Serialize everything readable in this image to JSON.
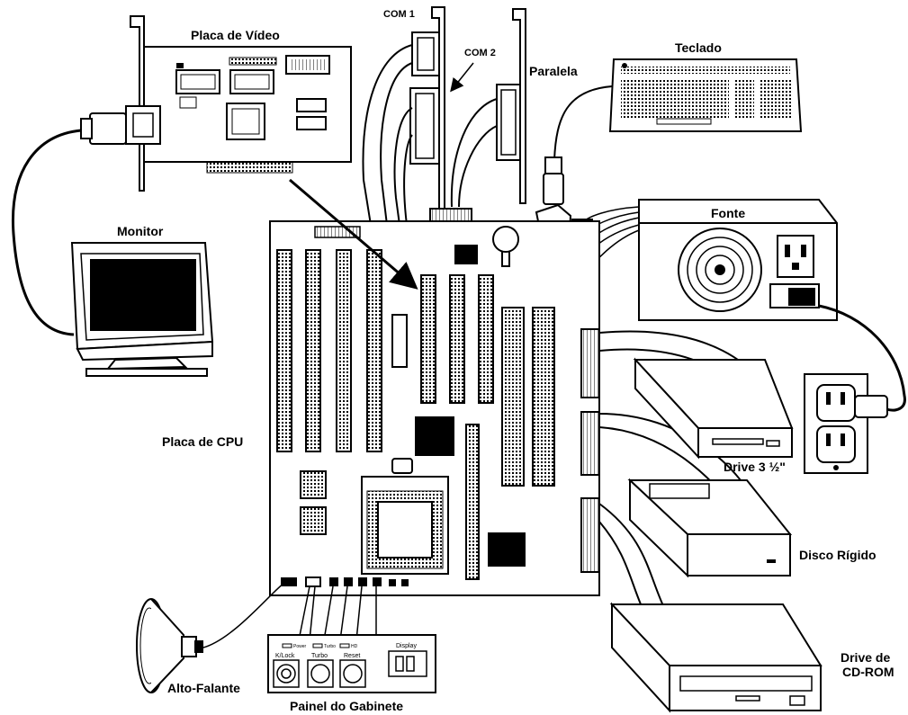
{
  "labels": {
    "video_card": "Placa de Vídeo",
    "com1": "COM 1",
    "com2": "COM 2",
    "parallel": "Paralela",
    "keyboard": "Teclado",
    "monitor": "Monitor",
    "power_supply": "Fonte",
    "cpu_board": "Placa de CPU",
    "floppy": "Drive 3 ½\"",
    "hard_disk": "Disco Rígido",
    "cdrom_line1": "Drive de",
    "cdrom_line2": "CD-ROM",
    "speaker": "Alto-Falante",
    "case_panel": "Painel do Gabinete"
  },
  "panel": {
    "leds": [
      "Power",
      "Turbo",
      "HD"
    ],
    "buttons": [
      "K/Lock",
      "Turbo",
      "Reset"
    ],
    "display_label": "Display"
  }
}
